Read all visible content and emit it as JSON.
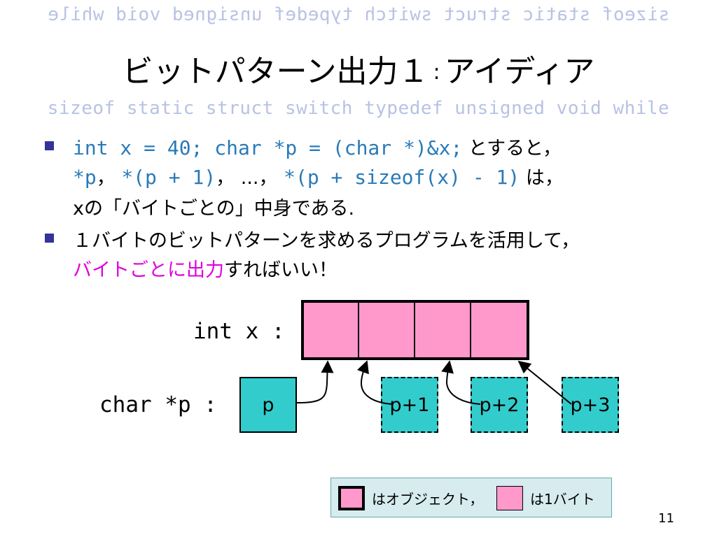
{
  "keywords": "sizeof static struct switch typedef unsigned void while",
  "title": {
    "main": "ビットパターン出力１",
    "colon": ":",
    "sub": "アイディア"
  },
  "bullets": [
    {
      "code": "int x = 40; char *p = (char *)&x;",
      "text_after_code": " とすると，",
      "line2_code1": "*p",
      "line2_sep1": "，",
      "line2_code2": "*(p + 1)",
      "line2_sep2": "， ...，",
      "line2_code3": "*(p + sizeof(x) - 1)",
      "line2_tail": " は，",
      "line3": "xの「バイトごとの」中身である."
    },
    {
      "line1": "１バイトのビットパターンを求めるプログラムを活用して，",
      "highlight": "バイトごとに出力",
      "tail": "すればいい！"
    }
  ],
  "diagram": {
    "int_label": "int x :",
    "char_label": "char *p :",
    "pointers": [
      "p",
      "p+1",
      "p+2",
      "p+3"
    ],
    "cell_count": 4,
    "colors": {
      "byte": "#ff99cc",
      "pointer": "#33cccc",
      "code": "#2a7ab7",
      "highlight": "#e000e0"
    }
  },
  "legend": {
    "object_label": "はオブジェクト，",
    "byte_label": "は1バイト"
  },
  "page_number": "11"
}
